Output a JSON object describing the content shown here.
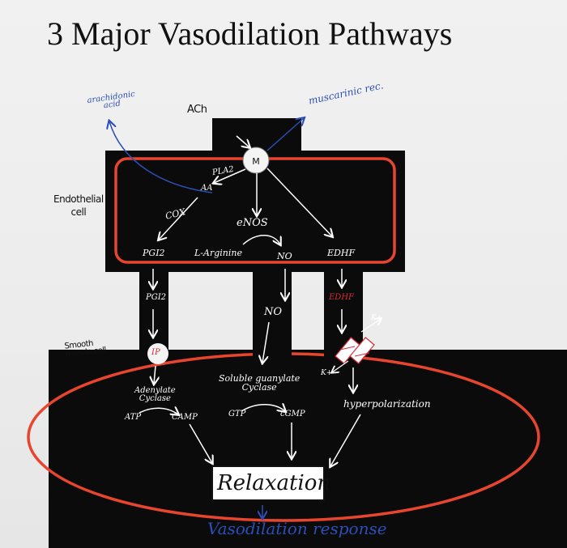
{
  "title": "3 Major Vasodilation Pathways",
  "printed_labels": {
    "ach": "ACh",
    "endothelial_cell": "Endothelial\ncell",
    "smooth_muscle_cell": "Smooth\nmuscle cell",
    "receptor": "M"
  },
  "annotations": {
    "arachidonic_acid": "arachidonic\nacid",
    "muscarinic_receptor": "muscarinic rec.",
    "pla2": "PLA2",
    "aa": "AA",
    "cox": "COX",
    "enos": "eNOS",
    "pgi2_endothelium": "PGI2",
    "l_arginine": "L-Arginine",
    "no_endothelium": "NO",
    "edhf_endothelium": "EDHF",
    "pgi2_junction": "PGI2",
    "no_junction": "NO",
    "edhf_junction": "EDHF",
    "ip": "IP",
    "k_channel_top": "K+",
    "k_channel_left": "K+",
    "adenylate_cyclase": "Adenylate\nCyclase",
    "atp": "ATP",
    "camp": "CAMP",
    "soluble_guanylate_cyclase": "Soluble guanylate\nCyclase",
    "gtp": "GTP",
    "cgmp": "cGMP",
    "hyperpolarization": "hyperpolarization",
    "relaxation": "Relaxation",
    "vasodilation_response": "Vasodilation response"
  },
  "colors": {
    "background": "#ececec",
    "cell_fill": "#0b0b0b",
    "membrane": "#e8452e",
    "ink_red": "#d82c37",
    "ink_blue": "#2a4fb7",
    "text_light": "#ffffff"
  }
}
